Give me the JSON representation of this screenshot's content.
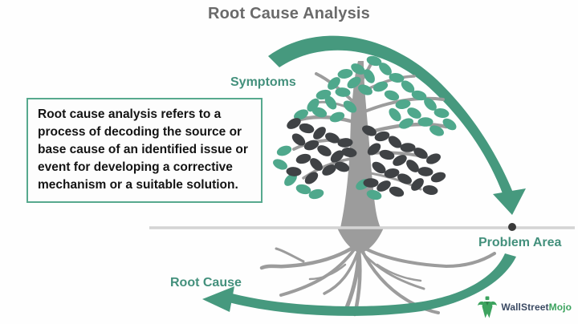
{
  "title": "Root Cause Analysis",
  "definition_box": {
    "lines": [
      "Root cause analysis refers to a",
      "process of decoding the source or",
      "base cause of an identified issue or",
      "event for developing a corrective",
      "mechanism or a suitable solution."
    ],
    "full_text": "Root cause analysis refers to a process of decoding the source or base cause of an identified issue or event for developing a corrective mechanism or a suitable solution."
  },
  "labels": {
    "symptoms": "Symptoms",
    "problem_area": "Problem Area",
    "root_cause": "Root Cause"
  },
  "logo": {
    "brand_prefix": "WallStreet",
    "brand_suffix": "Mojo",
    "icon": "wallstreetmojo-mascot-icon"
  },
  "colors": {
    "teal_accent_arrows": "#46997e",
    "teal_label_text": "#43907c",
    "leaf_green": "#4fa88c",
    "leaf_dark": "#3f4245",
    "trunk_gray": "#9c9c9c",
    "ground_line_gray": "#d4d4d4",
    "problem_dot": "#3a3a3a",
    "title_gray": "#6a6a6a",
    "definition_border": "#57a98e",
    "logo_navy": "#3b4a63",
    "logo_green": "#3da35f"
  }
}
